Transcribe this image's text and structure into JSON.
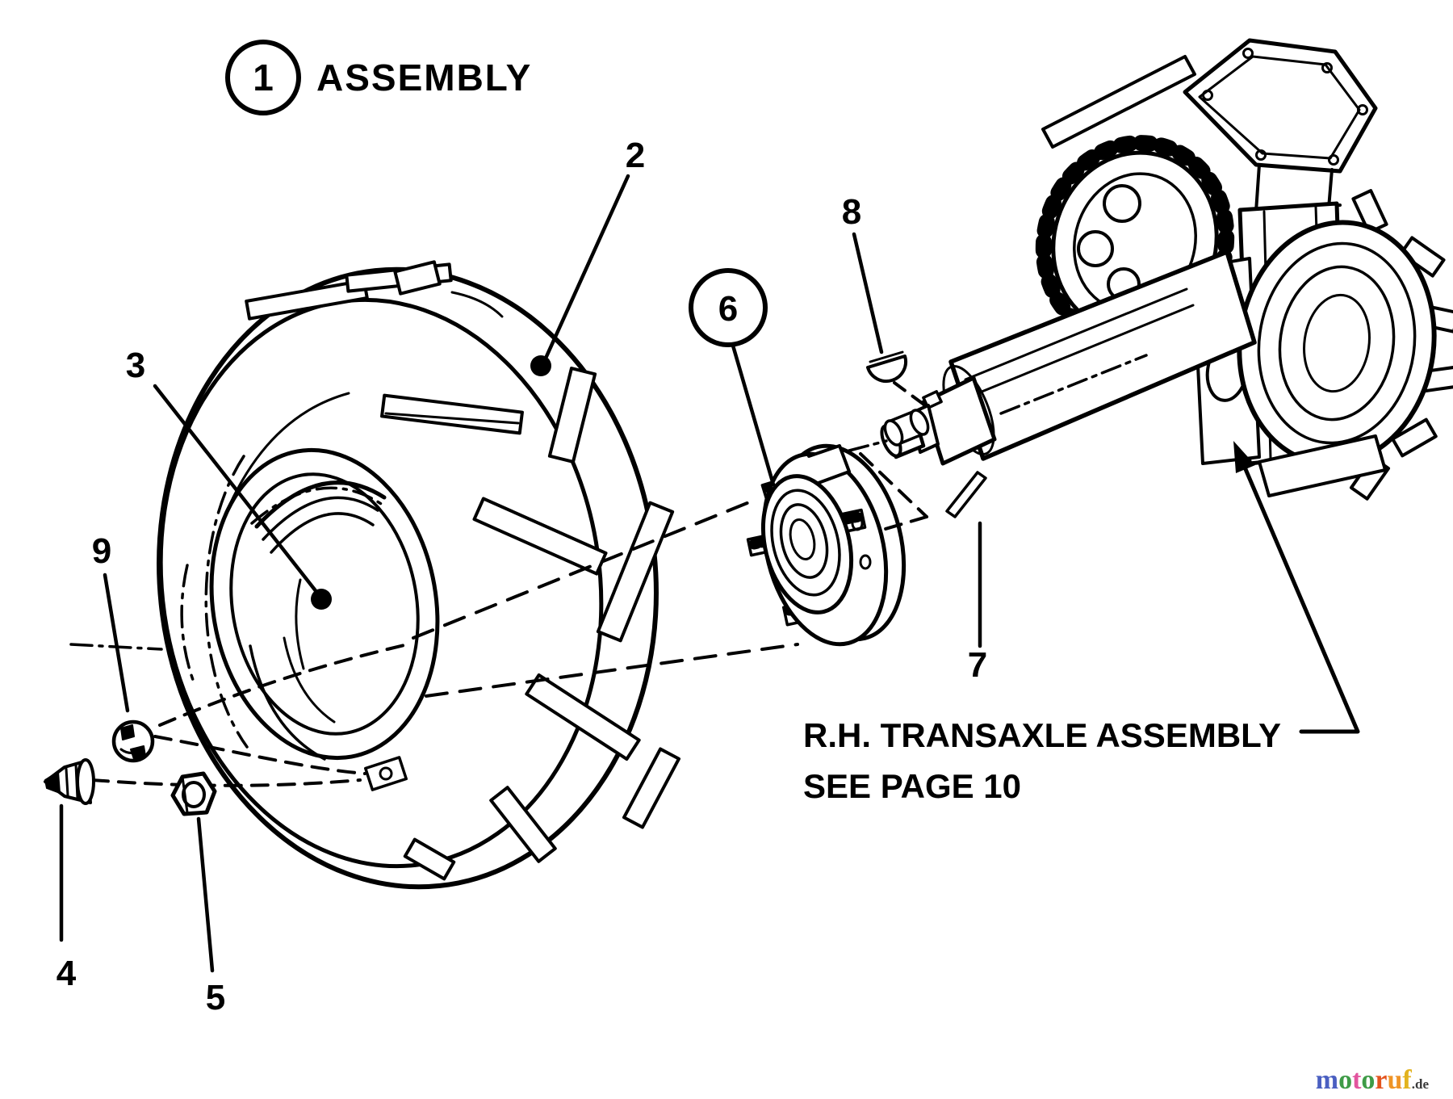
{
  "diagram": {
    "assembly_ref": {
      "number": "1",
      "label": "ASSEMBLY"
    },
    "callouts": {
      "item2": "2",
      "item3": "3",
      "item4": "4",
      "item5": "5",
      "item6": "6",
      "item7": "7",
      "item8": "8",
      "item9": "9"
    },
    "note": {
      "line1": "R.H. TRANSAXLE ASSEMBLY",
      "line2": "SEE PAGE 10"
    }
  },
  "watermark": {
    "letters": [
      {
        "ch": "m",
        "color": "#4a5fc1"
      },
      {
        "ch": "o",
        "color": "#3f9b47"
      },
      {
        "ch": "t",
        "color": "#e2559e"
      },
      {
        "ch": "o",
        "color": "#3f9b47"
      },
      {
        "ch": "r",
        "color": "#e4541e"
      },
      {
        "ch": "u",
        "color": "#ef9426"
      },
      {
        "ch": "f",
        "color": "#e2b31e"
      }
    ],
    "suffix": ".de"
  },
  "colors": {
    "ink": "#000000",
    "background": "#ffffff"
  }
}
